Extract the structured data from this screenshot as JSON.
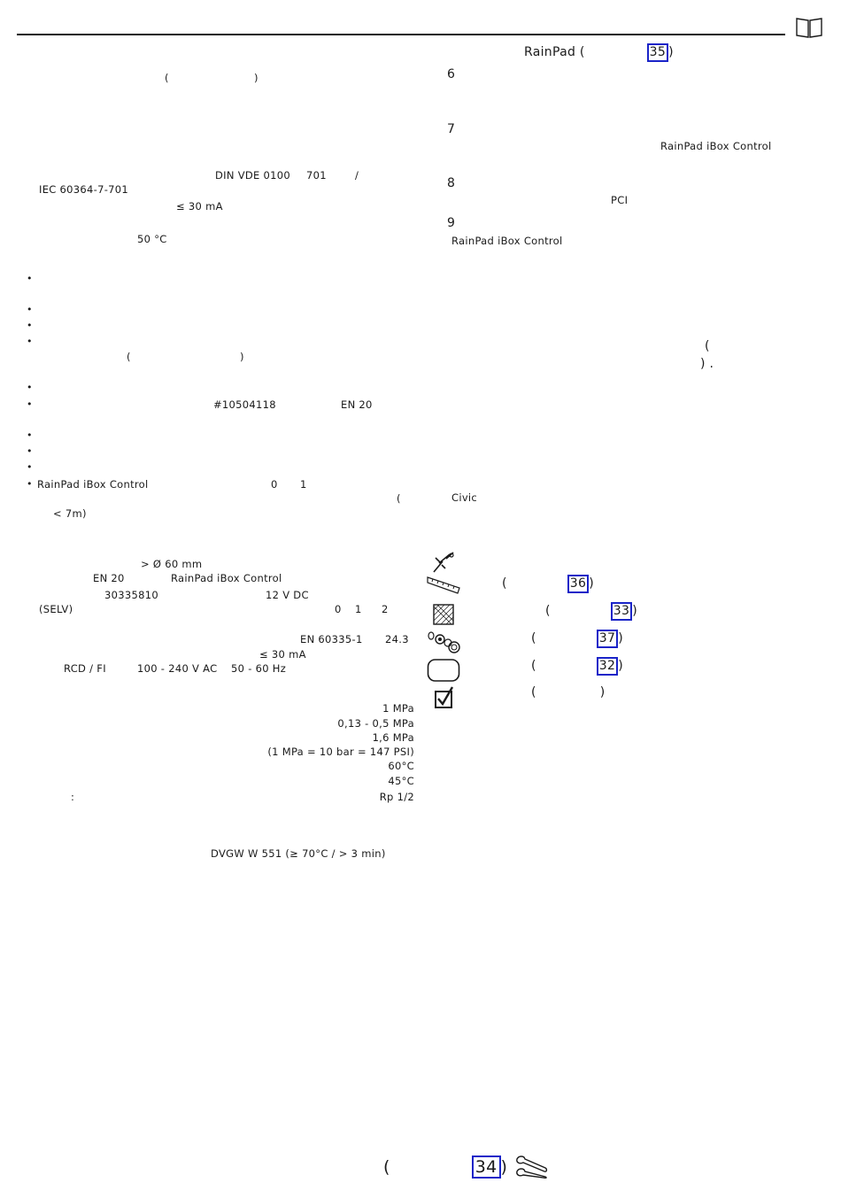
{
  "header": {
    "rainpad_label": "RainPad (",
    "rainpad_ref": "35",
    "rainpad_close": ")"
  },
  "left_column": {
    "intro_paren_open": "(",
    "intro_paren_close": ")",
    "din_vde": "DIN VDE 0100",
    "part_701": "701",
    "slash": "/",
    "iec": "IEC 60364-7-701",
    "rcd_current": "≤ 30 mA",
    "temperature": "50 °C",
    "bullet_paren_open": "(",
    "bullet_paren_close": ")",
    "article_number": "#10504118",
    "en20_a": "EN 20",
    "ibox_control_bullet": "RainPad iBox Control",
    "zero": "0",
    "one": "1",
    "paren_open_civic": "(",
    "civic": "Civic",
    "distance": "< 7m)",
    "diameter": "> Ø 60 mm",
    "en20_b": "EN 20",
    "ibox_control_mid": "RainPad iBox Control",
    "part_number": "30335810",
    "voltage_dc": "12 V DC",
    "selv": "(SELV)",
    "s0": "0",
    "s1": "1",
    "s2": "2",
    "en60335": "EN 60335-1",
    "clause": "24.3",
    "rcd_current_b": "≤ 30 mA",
    "rcd_fi": "RCD / FI",
    "voltage_ac": "100 - 240 V AC",
    "frequency": "50 - 60 Hz",
    "specs": [
      "1 MPa",
      "0,13 - 0,5 MPa",
      "1,6 MPa",
      "(1 MPa = 10 bar = 147 PSI)",
      "60°C",
      "45°C",
      "Rp 1/2"
    ],
    "spec_colon": ":",
    "dvgw": "DVGW W 551 (≥ 70°C / > 3 min)"
  },
  "right_column": {
    "step6": "6",
    "step7": "7",
    "step7_text": "RainPad iBox Control",
    "step8": "8",
    "step8_text": "PCI",
    "step9": "9",
    "step9_text": "RainPad iBox Control",
    "paren_a": "(",
    "paren_b": ") .",
    "tools": [
      {
        "icon": "silicone-gun-icon",
        "open": "",
        "ref": "",
        "close": ""
      },
      {
        "icon": "ruler-icon",
        "open": "(",
        "ref": "36",
        "close": ")"
      },
      {
        "icon": "hatched-plate-icon",
        "open": "(",
        "ref": "33",
        "close": ")"
      },
      {
        "icon": "fittings-icon",
        "open": "(",
        "ref": "37",
        "close": ")"
      },
      {
        "icon": "rounded-box-icon",
        "open": "(",
        "ref": "32",
        "close": ")"
      },
      {
        "icon": "checkbox-icon",
        "open": "(",
        "ref": "",
        "close": ")"
      }
    ]
  },
  "footer": {
    "paren_open": "(",
    "page_ref": "34",
    "paren_close": ")"
  },
  "colors": {
    "ref_border": "#1a24c8",
    "ink": "#1a1a1a"
  }
}
